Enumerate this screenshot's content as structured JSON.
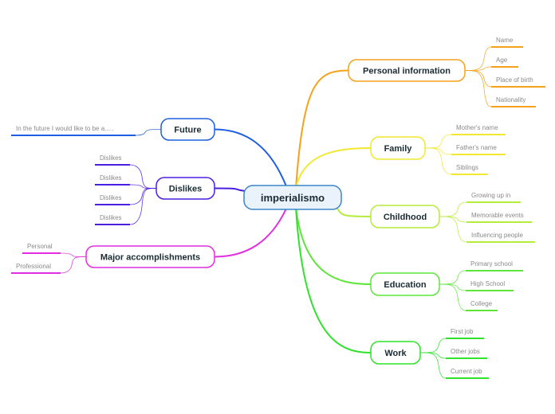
{
  "central": {
    "label": "imperialismo",
    "color": "#3a86c8",
    "fill": "#eaf3fb"
  },
  "branches": [
    {
      "key": "personal",
      "label": "Personal information",
      "color": "#f5a21b",
      "leaves": [
        "Name",
        "Age",
        "Place of birth",
        "Nationality"
      ]
    },
    {
      "key": "family",
      "label": "Family",
      "color": "#f2e832",
      "leaves": [
        "Mother's name",
        "Father's name",
        "Siblings"
      ]
    },
    {
      "key": "childhood",
      "label": "Childhood",
      "color": "#b6ec3c",
      "leaves": [
        "Growing up in",
        "Memorable events",
        "Influencing people"
      ]
    },
    {
      "key": "education",
      "label": "Education",
      "color": "#5ee53a",
      "leaves": [
        "Primary school",
        "High School",
        "College"
      ]
    },
    {
      "key": "work",
      "label": "Work",
      "color": "#2ee32a",
      "leaves": [
        "First job",
        "Other jobs",
        "Current job"
      ]
    },
    {
      "key": "future",
      "label": "Future",
      "color": "#1f5ee0",
      "leaves": [
        "In the future I would like to be a....."
      ]
    },
    {
      "key": "dislikes",
      "label": "Dislikes",
      "color": "#4b1fe0",
      "leaves": [
        "Dislikes",
        "Dislikes",
        "Dislikes",
        "Dislikes"
      ]
    },
    {
      "key": "major",
      "label": "Major accomplishments",
      "color": "#e02ee0",
      "leaves": [
        "Personal",
        "Professional"
      ]
    }
  ]
}
